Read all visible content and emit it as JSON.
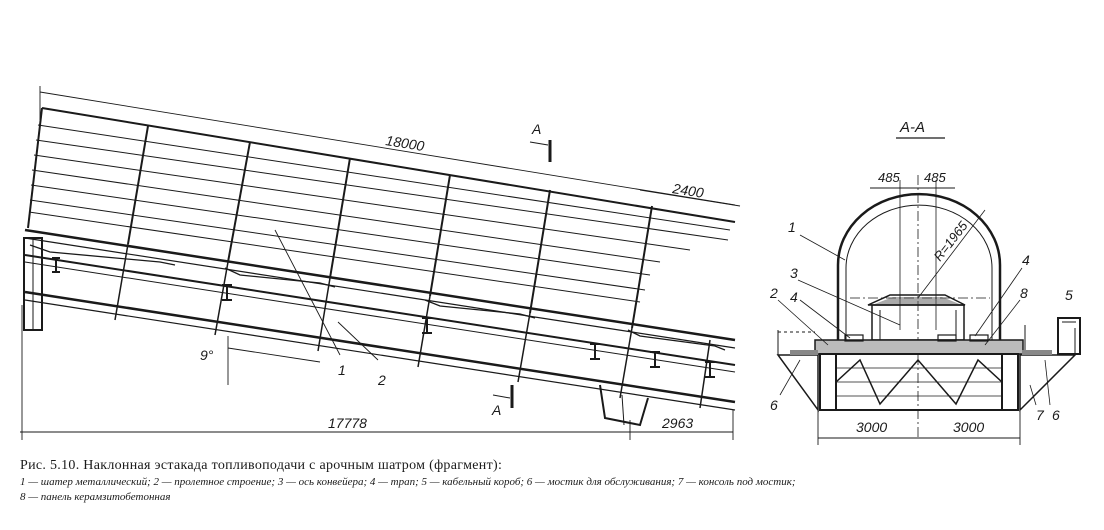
{
  "drawing": {
    "side_view": {
      "dim_total_length": "18000",
      "dim_end_segment": "2400",
      "dim_bottom_length": "17778",
      "dim_bottom_end": "2963",
      "angle": "9°",
      "section_mark": "А",
      "callouts": [
        "1",
        "2"
      ]
    },
    "section_view": {
      "title": "А-А",
      "dim_half_1": "485",
      "dim_half_2": "485",
      "radius": "R=1965",
      "dim_left": "3000",
      "dim_right": "3000",
      "callouts": [
        "1",
        "2",
        "3",
        "4",
        "4",
        "5",
        "6",
        "6",
        "7",
        "8"
      ]
    }
  },
  "caption": {
    "title": "Рис. 5.10. Наклонная эстакада топливоподачи с арочным шатром (фрагмент):",
    "legend_line1": "1 — шатер металлический; 2 — пролетное строение; 3 — ось конвейера;     4 — трап; 5 — кабельный короб; 6 — мостик для обслуживания; 7 — консоль под мостик;",
    "legend_line2": "8 — панель керамзитобетонная"
  }
}
